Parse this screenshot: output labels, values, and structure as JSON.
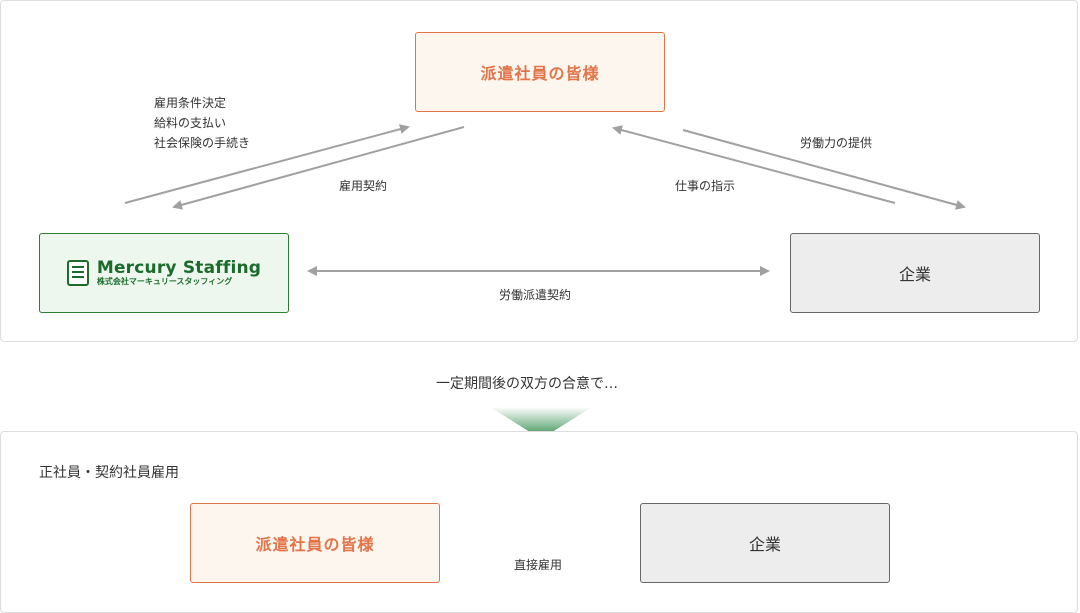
{
  "top": {
    "staff_box": "派遣社員の皆様",
    "company_box": "企業",
    "agency": {
      "name_en": "Mercury Staffing",
      "name_ja": "株式会社マーキュリースタッフィング"
    },
    "agency_duties": [
      "雇用条件決定",
      "給料の支払い",
      "社会保険の手続き"
    ],
    "employment_contract": "雇用契約",
    "labor_provision": "労働力の提供",
    "work_instruction": "仕事の指示",
    "dispatch_contract": "労働派遣契約"
  },
  "transition": {
    "caption": "一定期間後の双方の合意で…",
    "arrow_color": "#2e8b4a"
  },
  "bottom": {
    "title": "正社員・契約社員雇用",
    "staff_box": "派遣社員の皆様",
    "company_box": "企業",
    "direct_employment": "直接雇用"
  },
  "colors": {
    "staff_accent": "#e3744a",
    "agency_green": "#1a6b2c",
    "arrow_gray": "#a0a0a0"
  }
}
